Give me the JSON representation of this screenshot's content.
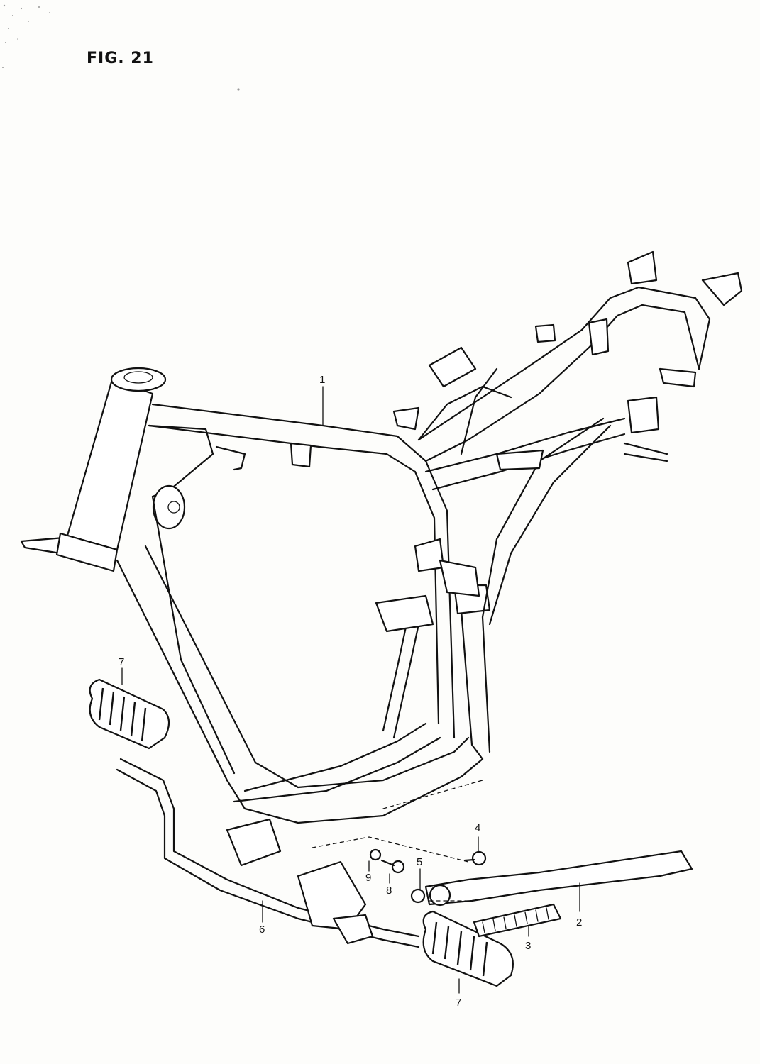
{
  "figure": {
    "title": "FIG. 21"
  },
  "callouts": [
    {
      "id": "c1",
      "label": "1"
    },
    {
      "id": "c2",
      "label": "2"
    },
    {
      "id": "c3",
      "label": "3"
    },
    {
      "id": "c4",
      "label": "4"
    },
    {
      "id": "c5",
      "label": "5"
    },
    {
      "id": "c6",
      "label": "6"
    },
    {
      "id": "c7a",
      "label": "7"
    },
    {
      "id": "c7b",
      "label": "7"
    },
    {
      "id": "c8",
      "label": "8"
    },
    {
      "id": "c9",
      "label": "9"
    }
  ],
  "colors": {
    "ink": "#111111",
    "paper": "#fdfdfb"
  }
}
